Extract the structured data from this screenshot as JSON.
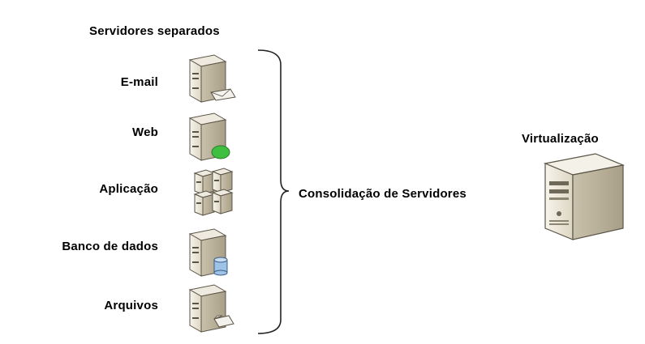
{
  "title": "Servidores separados",
  "servers": [
    {
      "label": "E-mail",
      "icon": "mail-server-icon"
    },
    {
      "label": "Web",
      "icon": "web-server-icon"
    },
    {
      "label": "Aplicação",
      "icon": "application-server-icon"
    },
    {
      "label": "Banco de dados",
      "icon": "database-server-icon"
    },
    {
      "label": "Arquivos",
      "icon": "file-server-icon"
    }
  ],
  "consolidation_label": "Consolidação de Servidores",
  "virtualization_label": "Virtualização",
  "colors": {
    "server_light": "#f2eee3",
    "server_mid": "#d9d2bf",
    "server_dark": "#a89f88",
    "outline": "#5a5446",
    "web_globe": "#3fbf3f",
    "database": "#9fc3e6"
  }
}
